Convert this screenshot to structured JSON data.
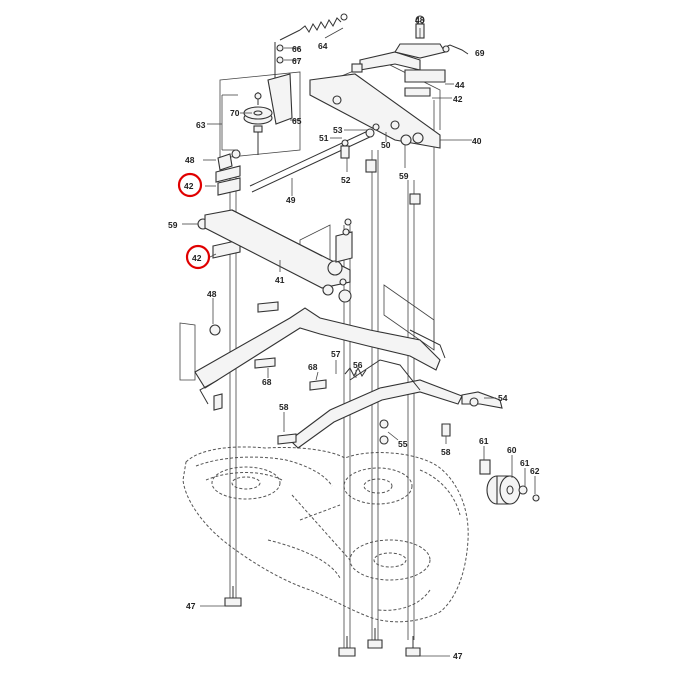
{
  "diagram": {
    "callouts": {
      "c64": "64",
      "c66": "66",
      "c67": "67",
      "c65": "65",
      "c70": "70",
      "c63": "63",
      "c48a": "48",
      "c69": "69",
      "c44": "44",
      "c42a": "42",
      "c40": "40",
      "c53": "53",
      "c51": "51",
      "c50": "50",
      "c52": "52",
      "c59a": "59",
      "c49": "49",
      "c48b": "48",
      "c42red1": "42",
      "c59b": "59",
      "c42red2": "42",
      "c41": "41",
      "c48c": "48",
      "c68a": "68",
      "c57": "57",
      "c56": "56",
      "c68b": "68",
      "c54": "54",
      "c58a": "58",
      "c55": "55",
      "c58b": "58",
      "c61": "61",
      "c60": "60",
      "c61b": "61",
      "c62": "62",
      "c47a": "47",
      "c47b": "47"
    },
    "highlight_color": "#e00000"
  }
}
